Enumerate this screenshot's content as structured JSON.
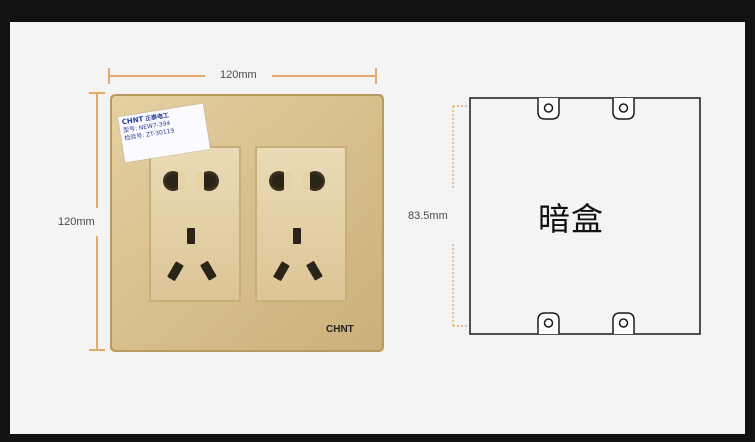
{
  "dimensions": {
    "plate_width": "120mm",
    "plate_height": "120mm",
    "box_height": "83.5mm"
  },
  "brand": "CHNT",
  "box_label": "暗盒",
  "sticker": {
    "logo": "CHNT",
    "company": "正泰电工",
    "line1": "型号: NEW7-394",
    "line2": "检验号: ZT-30119"
  },
  "colors": {
    "plate": "#d9c18f",
    "plate_edge": "#b8995f",
    "module": "#e6d3a8",
    "dimension_line": "#e8a868",
    "box_outline": "#1a1a1a"
  }
}
